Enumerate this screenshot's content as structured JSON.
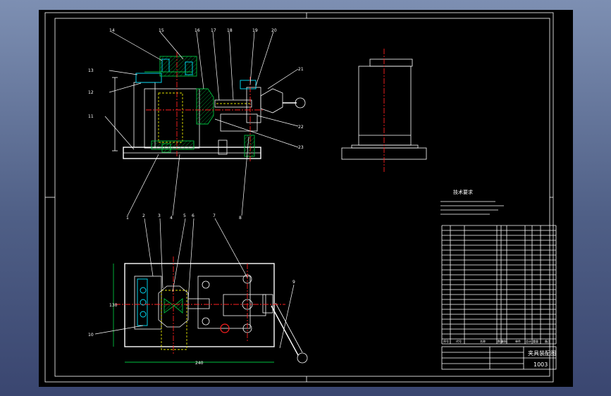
{
  "drawing": {
    "title": "夹具装配图",
    "drawing_number": "1003",
    "tech_requirements_title": "技术要求",
    "callouts_top": [
      "14",
      "15",
      "16",
      "17",
      "18",
      "19",
      "20",
      "21",
      "22",
      "23",
      "13",
      "12",
      "11",
      "1",
      "2",
      "3",
      "4",
      "5",
      "6",
      "7",
      "8"
    ],
    "callouts_bottom": [
      "1",
      "2",
      "3",
      "4",
      "5",
      "6",
      "7",
      "10",
      "9"
    ],
    "bom_header": [
      "序号",
      "代号",
      "名称",
      "数量",
      "材料",
      "单件",
      "总计",
      "重量",
      "备注"
    ],
    "dimension_bottom": "240",
    "dimension_left": "130"
  },
  "colors": {
    "background": "#000000",
    "outline": "#ffffff",
    "hidden": "#e0e000",
    "centerline": "#ff2020",
    "section": "#00c040",
    "detail": "#00e5ff"
  }
}
